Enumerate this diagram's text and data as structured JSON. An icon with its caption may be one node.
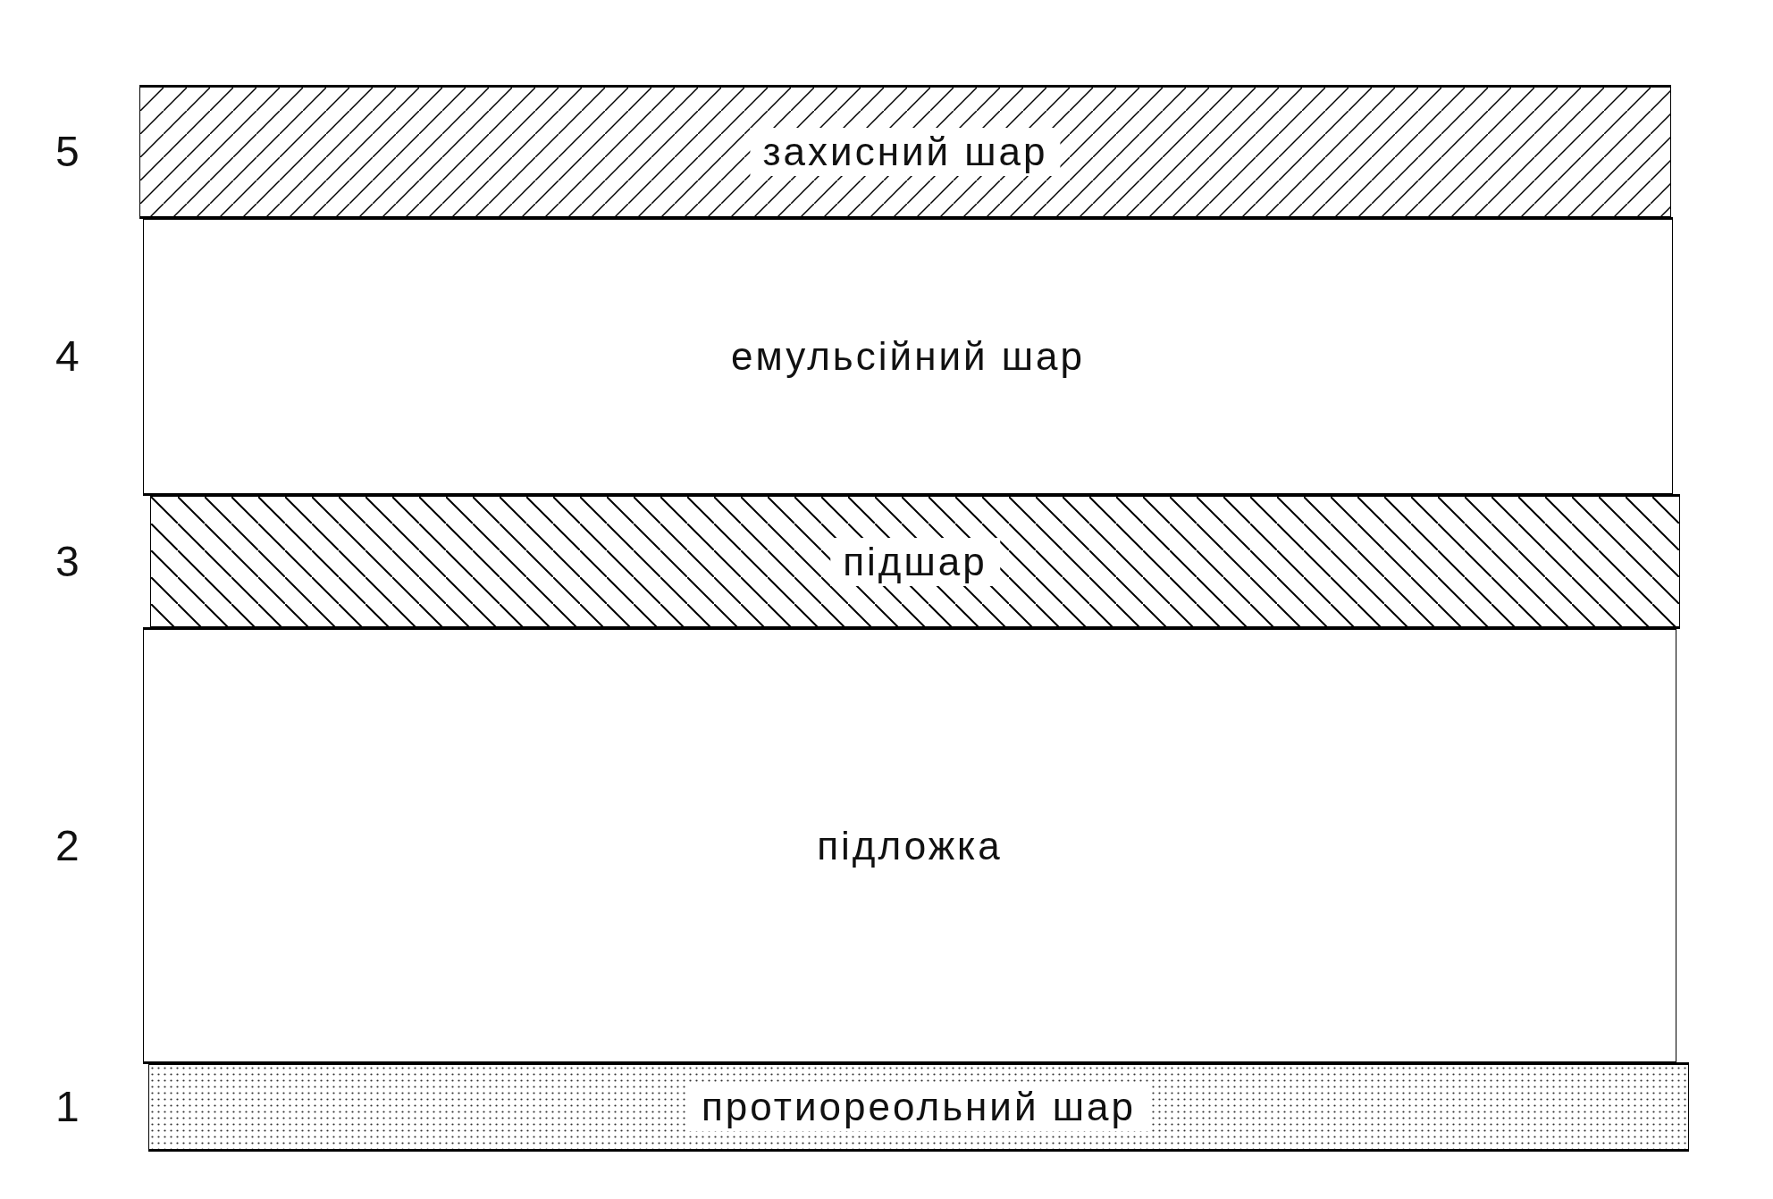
{
  "diagram": {
    "nodes": [
      {
        "text": [
          "захисний шар"
        ],
        "beside": [
          "5"
        ]
      },
      {
        "text": [
          "емульсійний шар"
        ],
        "beside": [
          "4"
        ]
      },
      {
        "text": [
          "підшар"
        ],
        "beside": [
          "3"
        ]
      },
      {
        "text": [
          "підложка"
        ],
        "beside": [
          "2"
        ]
      },
      {
        "text": [
          "протиореольний шар"
        ],
        "beside": [
          "1"
        ]
      }
    ]
  }
}
